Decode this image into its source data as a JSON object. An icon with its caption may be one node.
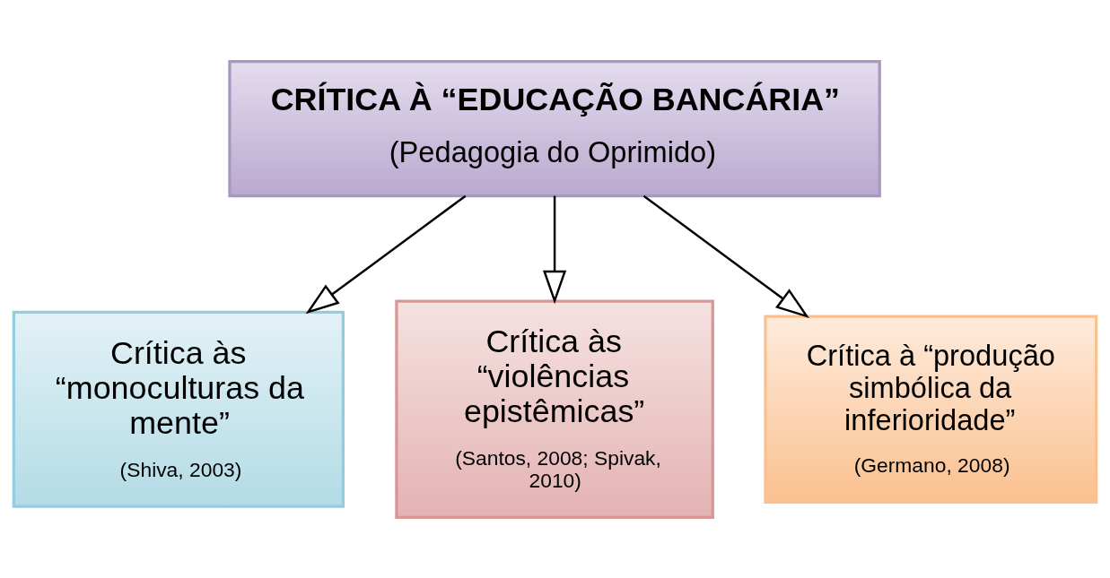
{
  "diagram": {
    "nodes": [
      {
        "text": [
          "CRÍTICA À “EDUCAÇÃO BANCÁRIA”",
          "(Pedagogia do Oprimido)"
        ]
      },
      {
        "text": [
          "Crítica às “monoculturas da mente”",
          "(Shiva, 2003)"
        ]
      },
      {
        "text": [
          "Crítica às “violências epistêmicas”",
          "(Santos, 2008; Spivak, 2010)"
        ]
      },
      {
        "text": [
          "Crítica à “produção simbólica da inferioridade”",
          "(Germano, 2008)"
        ]
      }
    ],
    "edges": [
      {
        "from": 0,
        "to": 1,
        "arrow": "to"
      },
      {
        "from": 0,
        "to": 2,
        "arrow": "to"
      },
      {
        "from": 0,
        "to": 3,
        "arrow": "to"
      }
    ]
  }
}
